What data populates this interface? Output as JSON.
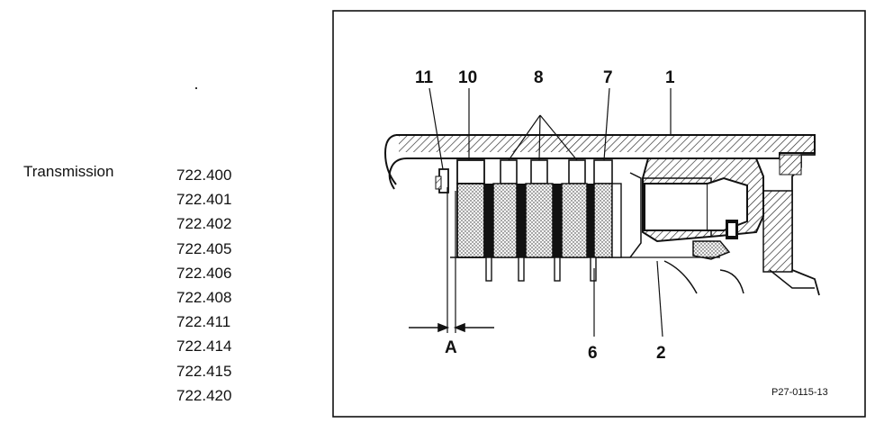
{
  "heading": "Transmission",
  "models": [
    "722.400",
    "722.401",
    "722.402",
    "722.405",
    "722.406",
    "722.408",
    "722.411",
    "722.414",
    "722.415",
    "722.420"
  ],
  "diagram": {
    "callouts": {
      "c11": "11",
      "c10": "10",
      "c8": "8",
      "c7": "7",
      "c1": "1",
      "c6": "6",
      "c2": "2",
      "cA": "A"
    },
    "figure_code": "P27-0115-13"
  }
}
